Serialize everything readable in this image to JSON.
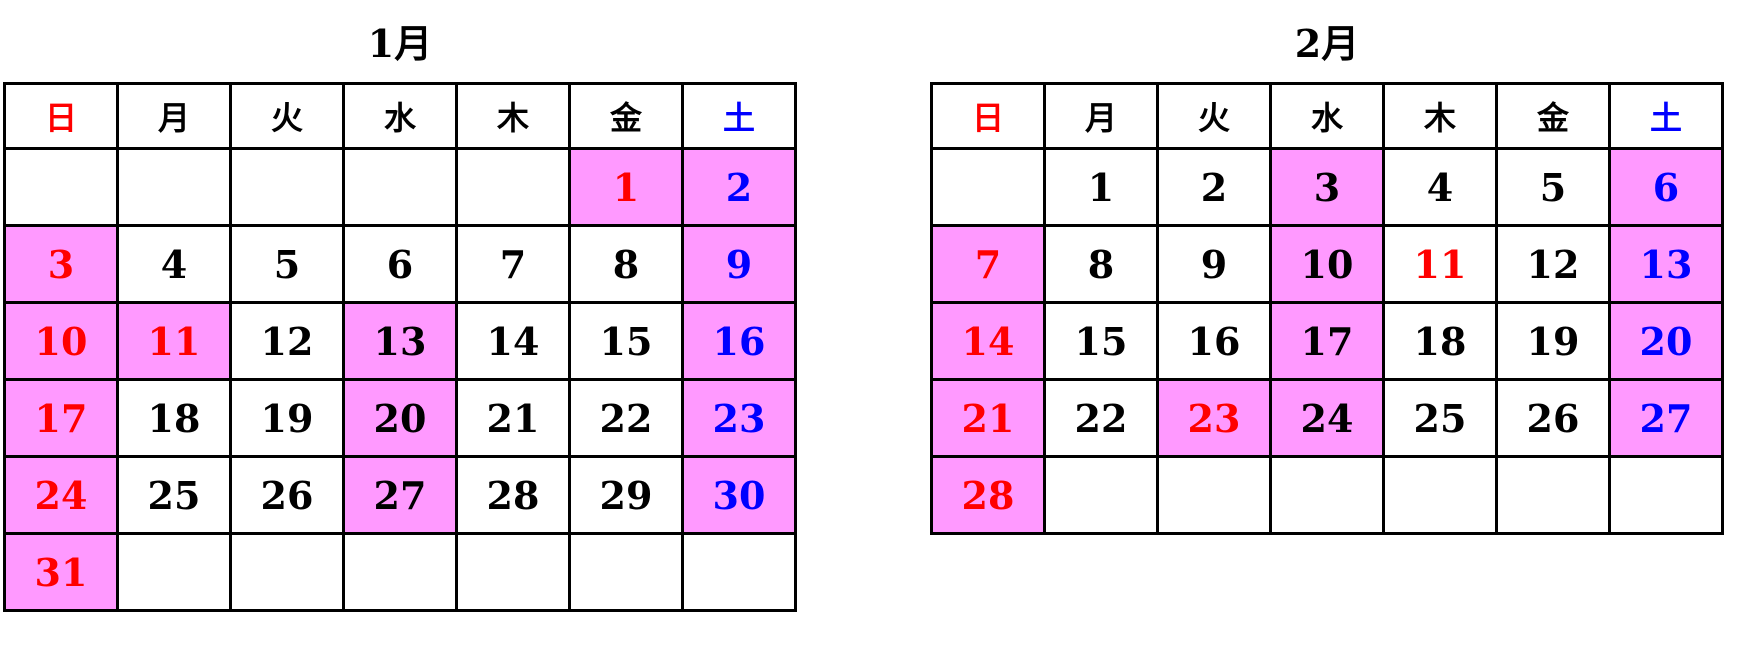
{
  "weekdays": [
    "日",
    "月",
    "火",
    "水",
    "木",
    "金",
    "土"
  ],
  "colors": {
    "holiday_red": "#ff0000",
    "saturday_blue": "#0000ff",
    "highlight_pink": "#ff99ff",
    "grid_black": "#000000"
  },
  "months": [
    {
      "title": "1月",
      "weeks": [
        [
          null,
          null,
          null,
          null,
          null,
          {
            "day": "1",
            "hl": true,
            "red": true
          },
          {
            "day": "2",
            "hl": true
          }
        ],
        [
          {
            "day": "3",
            "hl": true
          },
          {
            "day": "4"
          },
          {
            "day": "5"
          },
          {
            "day": "6"
          },
          {
            "day": "7"
          },
          {
            "day": "8"
          },
          {
            "day": "9",
            "hl": true
          }
        ],
        [
          {
            "day": "10",
            "hl": true
          },
          {
            "day": "11",
            "hl": true,
            "red": true
          },
          {
            "day": "12"
          },
          {
            "day": "13",
            "hl": true
          },
          {
            "day": "14"
          },
          {
            "day": "15"
          },
          {
            "day": "16",
            "hl": true
          }
        ],
        [
          {
            "day": "17",
            "hl": true
          },
          {
            "day": "18"
          },
          {
            "day": "19"
          },
          {
            "day": "20",
            "hl": true
          },
          {
            "day": "21"
          },
          {
            "day": "22"
          },
          {
            "day": "23",
            "hl": true
          }
        ],
        [
          {
            "day": "24",
            "hl": true
          },
          {
            "day": "25"
          },
          {
            "day": "26"
          },
          {
            "day": "27",
            "hl": true
          },
          {
            "day": "28"
          },
          {
            "day": "29"
          },
          {
            "day": "30",
            "hl": true
          }
        ],
        [
          {
            "day": "31",
            "hl": true
          },
          null,
          null,
          null,
          null,
          null,
          null
        ]
      ]
    },
    {
      "title": "2月",
      "weeks": [
        [
          null,
          {
            "day": "1"
          },
          {
            "day": "2"
          },
          {
            "day": "3",
            "hl": true
          },
          {
            "day": "4"
          },
          {
            "day": "5"
          },
          {
            "day": "6",
            "hl": true
          }
        ],
        [
          {
            "day": "7",
            "hl": true
          },
          {
            "day": "8"
          },
          {
            "day": "9"
          },
          {
            "day": "10",
            "hl": true
          },
          {
            "day": "11",
            "red": true
          },
          {
            "day": "12"
          },
          {
            "day": "13",
            "hl": true
          }
        ],
        [
          {
            "day": "14",
            "hl": true
          },
          {
            "day": "15"
          },
          {
            "day": "16"
          },
          {
            "day": "17",
            "hl": true
          },
          {
            "day": "18"
          },
          {
            "day": "19"
          },
          {
            "day": "20",
            "hl": true
          }
        ],
        [
          {
            "day": "21",
            "hl": true
          },
          {
            "day": "22"
          },
          {
            "day": "23",
            "hl": true,
            "red": true
          },
          {
            "day": "24",
            "hl": true
          },
          {
            "day": "25"
          },
          {
            "day": "26"
          },
          {
            "day": "27",
            "hl": true
          }
        ],
        [
          {
            "day": "28",
            "hl": true
          },
          null,
          null,
          null,
          null,
          null,
          null
        ]
      ]
    }
  ]
}
